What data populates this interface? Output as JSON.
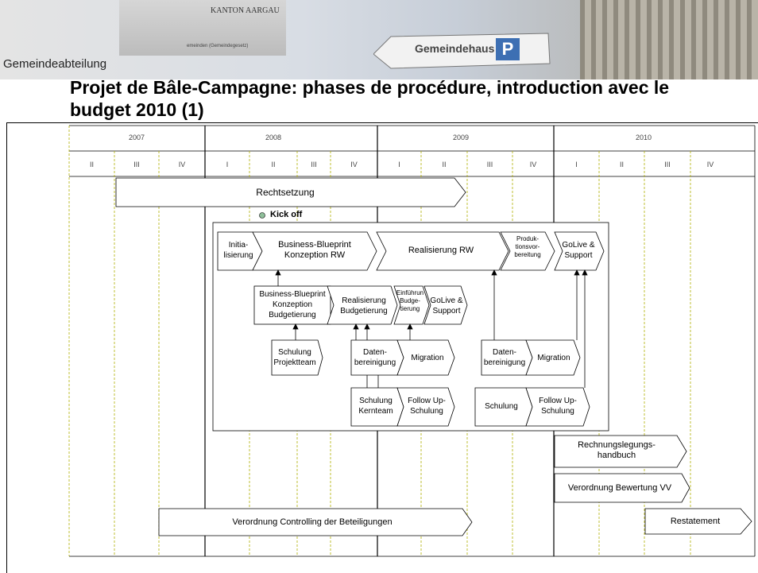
{
  "header": {
    "canton": "KANTON AARGAU",
    "banner_caption": "emeinden (Gemeindegesetz)",
    "sign": "Gemeindehaus",
    "parking": "P",
    "department": "Gemeindeabteilung"
  },
  "title": "Projet de Bâle-Campagne: phases de procédure, introduction avec le budget 2010 (1)",
  "years": [
    "2007",
    "2008",
    "2009",
    "2010"
  ],
  "quarters": [
    "II",
    "III",
    "IV",
    "I",
    "II",
    "III",
    "IV",
    "I",
    "II",
    "III",
    "IV",
    "I",
    "II",
    "III",
    "IV"
  ],
  "bars": {
    "rechtsetzung": "Rechtsetzung",
    "kickoff": "Kick off",
    "initialisierung": "Initia-\nlisierung",
    "business_blueprint_rw": "Business-Blueprint\nKonzeption RW",
    "realisierung_rw": "Realisierung RW",
    "produktionsvorbereitung": "Produk-\ntionsvor-\nbereitung",
    "golive_support_main": "GoLive &\nSupport",
    "business_blueprint_budget": "Business-Blueprint\nKonzeption\nBudgetierung",
    "realisierung_budget": "Realisierung\nBudgetierung",
    "einfuehrung_budget": "Einführun\nBudge-\ntierung",
    "golive_support_sub": "GoLive &\nSupport",
    "schulung_projektteam": "Schulung\nProjektteam",
    "datenbereinigung_1": "Daten-\nbereinigung",
    "migration_1": "Migration",
    "datenbereinigung_2": "Daten-\nbereinigung",
    "migration_2": "Migration",
    "schulung_kernteam": "Schulung\nKernteam",
    "followup_1": "Follow Up-\nSchulung",
    "schulung": "Schulung",
    "followup_2": "Follow Up-\nSchulung",
    "rechnungslegungshandbuch": "Rechnungslegungs-\nhandbuch",
    "verordnung_bewertung": "Verordnung Bewertung VV",
    "verordnung_controlling": "Verordnung Controlling der Beteiligungen",
    "restatement": "Restatement"
  },
  "colors": {
    "kickoff_dot": "#8fbf9a",
    "quarter_line": "#b0b000",
    "year_line": "#000000"
  }
}
